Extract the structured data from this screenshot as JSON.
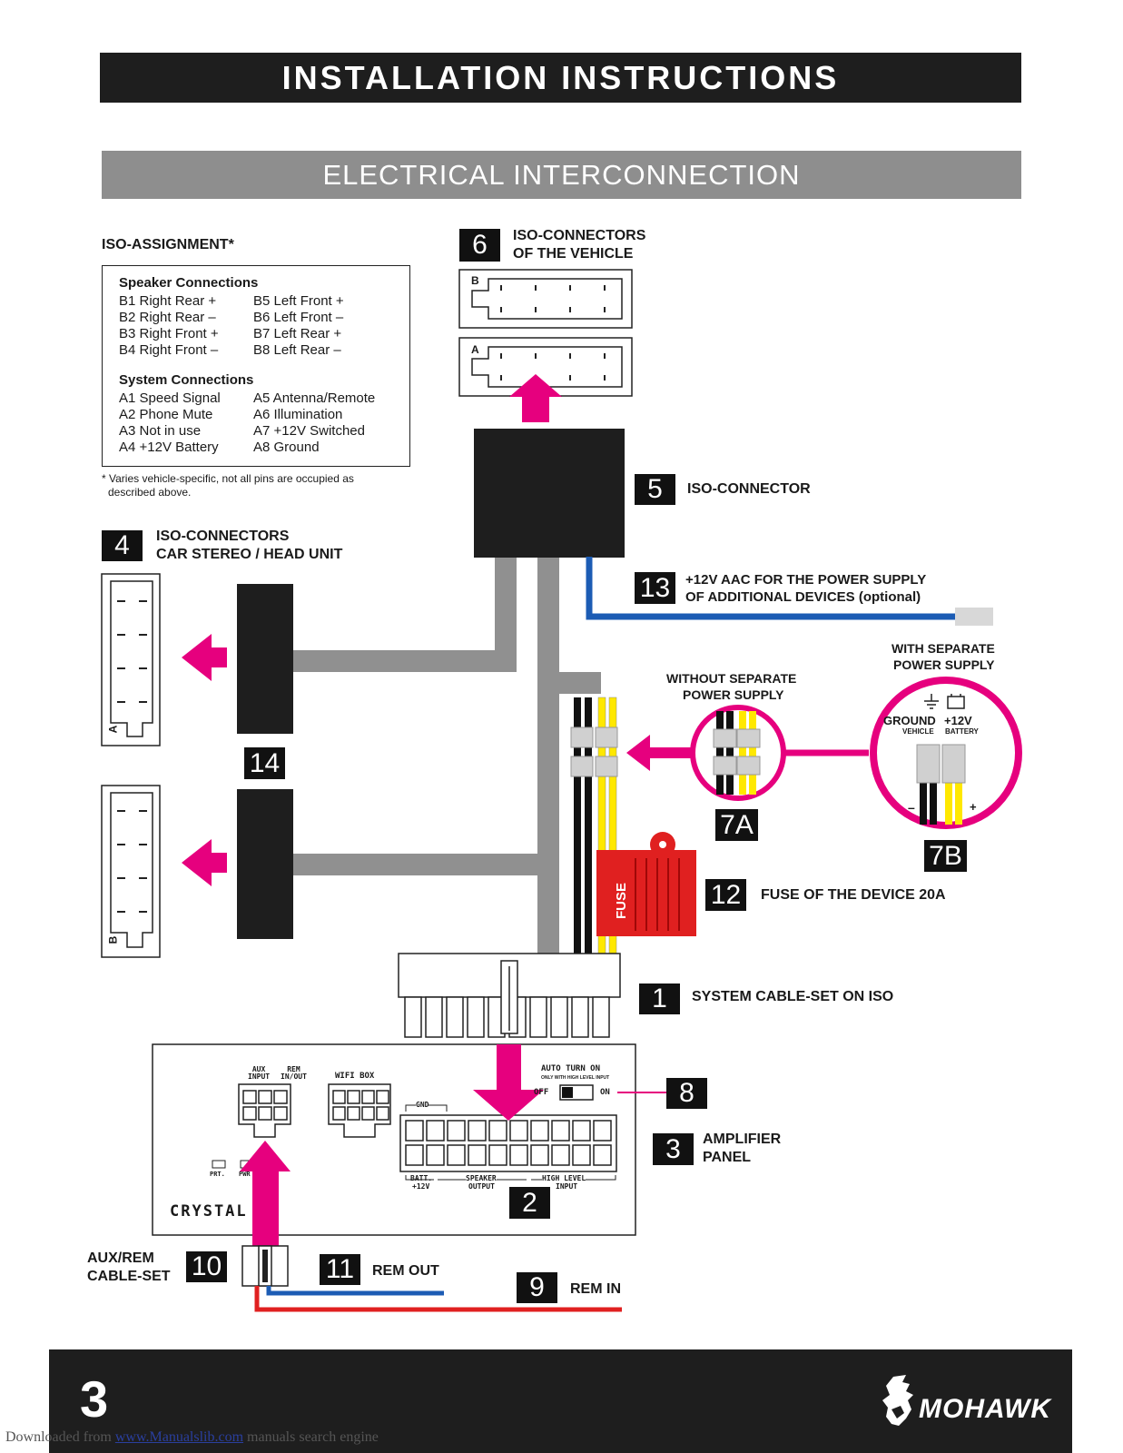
{
  "header": {
    "title": "INSTALLATION INSTRUCTIONS"
  },
  "section": {
    "title": "ELECTRICAL INTERCONNECTION"
  },
  "iso_assignment": {
    "title": "ISO-ASSIGNMENT*",
    "speaker_heading": "Speaker Connections",
    "speaker_left": [
      "B1 Right Rear +",
      "B2 Right Rear –",
      "B3 Right Front +",
      "B4 Right Front –"
    ],
    "speaker_right": [
      "B5 Left Front +",
      "B6 Left Front –",
      "B7 Left Rear +",
      "B8 Left Rear –"
    ],
    "system_heading": "System Connections",
    "system_left": [
      "A1 Speed Signal",
      "A2 Phone Mute",
      "A3 Not in use",
      "A4 +12V Battery"
    ],
    "system_right": [
      "A5 Antenna/Remote",
      "A6 Illumination",
      "A7 +12V Switched",
      "A8 Ground"
    ],
    "footnote_1": "* Varies vehicle-specific, not all pins are occupied as",
    "footnote_2": "described above."
  },
  "items": {
    "n1": {
      "num": "1",
      "label": "SYSTEM CABLE-SET ON ISO"
    },
    "n2": {
      "num": "2"
    },
    "n3": {
      "num": "3",
      "label_1": "AMPLIFIER",
      "label_2": "PANEL"
    },
    "n4": {
      "num": "4",
      "label_1": "ISO-CONNECTORS",
      "label_2": "CAR STEREO / HEAD UNIT"
    },
    "n5": {
      "num": "5",
      "label": "ISO-CONNECTOR"
    },
    "n6": {
      "num": "6",
      "label_1": "ISO-CONNECTORS",
      "label_2": "OF THE VEHICLE"
    },
    "n7a": {
      "num": "7A",
      "label_1": "WITHOUT SEPARATE",
      "label_2": "POWER SUPPLY"
    },
    "n7b": {
      "num": "7B",
      "label_1": "WITH SEPARATE",
      "label_2": "POWER SUPPLY",
      "ground": "GROUND",
      "plus12": "+12V",
      "vehicle": "VEHICLE",
      "battery": "BATTERY",
      "minus": "–",
      "plus": "+"
    },
    "n8": {
      "num": "8"
    },
    "n9": {
      "num": "9",
      "label": "REM IN"
    },
    "n10": {
      "num": "10",
      "label_1": "AUX/REM",
      "label_2": "CABLE-SET"
    },
    "n11": {
      "num": "11",
      "label": "REM OUT"
    },
    "n12": {
      "num": "12",
      "label": "FUSE OF THE DEVICE 20A",
      "fuse_text": "FUSE"
    },
    "n13": {
      "num": "13",
      "label_1": "+12V AAC FOR THE POWER SUPPLY",
      "label_2": "OF ADDITIONAL DEVICES (optional)"
    },
    "n14": {
      "num": "14"
    }
  },
  "connector_letters": {
    "a": "A",
    "b": "B"
  },
  "panel": {
    "aux_input": "AUX\nINPUT",
    "rem_inout": "REM\nIN/OUT",
    "wifi_box": "WIFI BOX",
    "auto_turn_on": "AUTO TURN ON",
    "auto_sub": "ONLY WITH HIGH LEVEL INPUT",
    "off": "OFF",
    "on": "ON",
    "gnd": "GND",
    "batt": "BATT.",
    "plus12v": "+12V",
    "speaker": "SPEAKER",
    "output": "OUTPUT",
    "high_level": "HIGH LEVEL",
    "input": "INPUT",
    "prt": "PRT.",
    "pwr": "PWR",
    "brand": "CRYSTAL"
  },
  "footer": {
    "page": "3",
    "brand": "MOHAWK",
    "download_prefix": "Downloaded from ",
    "download_link": "www.Manualslib.com",
    "download_suffix": " manuals search engine"
  },
  "colors": {
    "magenta": "#e6007e",
    "gray_cable": "#909090",
    "blue": "#1c5cb4",
    "red": "#e02020",
    "yellow": "#ffe800"
  }
}
